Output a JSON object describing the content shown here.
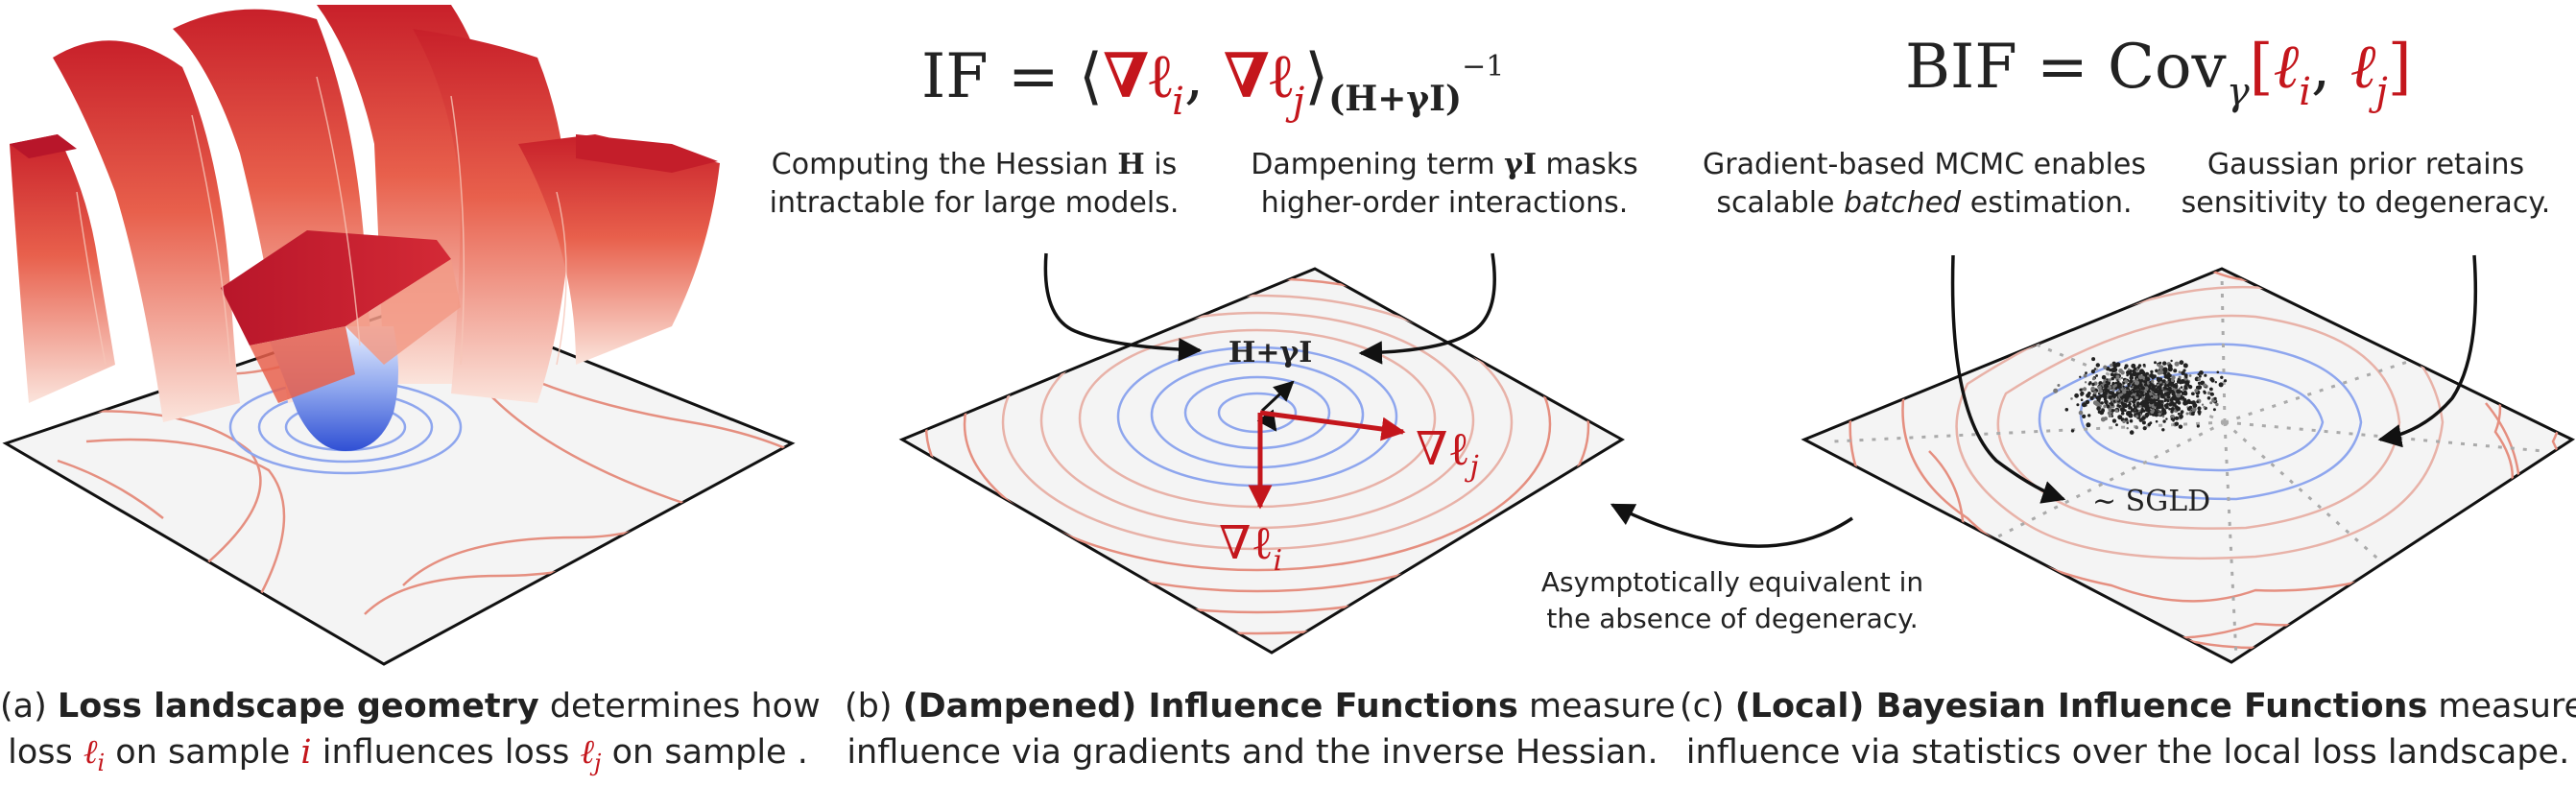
{
  "panel_b": {
    "formula": {
      "lhs": "IF",
      "eq": "=",
      "lang": "⟨",
      "grad_i": "∇ℓ",
      "i": "i",
      "comma": ",",
      "grad_j": "∇ℓ",
      "j": "j",
      "rang": "⟩",
      "metric": "(H+γI)",
      "inv": "−1"
    },
    "note_left": {
      "pre": "Computing the Hessian ",
      "sym": "H",
      "post": " is",
      "line2": "intractable for large models."
    },
    "note_right": {
      "pre": "Dampening term ",
      "sym": "γI",
      "post": " masks",
      "line2": "higher-order interactions."
    },
    "center_label": "H+γI",
    "grad_i_label": "∇ℓ",
    "grad_i_sub": "i",
    "grad_j_label": "∇ℓ",
    "grad_j_sub": "j",
    "caption": {
      "tag": "(b) ",
      "bold": "(Dampened) Influence Functions",
      "rest": " measure",
      "line2": "influence via gradients and the inverse Hessian."
    }
  },
  "panel_c": {
    "formula": {
      "lhs": "BIF",
      "eq": "=",
      "cov": "Cov",
      "gamma": "γ",
      "lb": "[",
      "li": "ℓ",
      "i": "i",
      "comma": ",",
      "lj": "ℓ",
      "j": "j",
      "rb": "]"
    },
    "note_left": {
      "line1": "Gradient-based MCMC enables",
      "pre": "scalable ",
      "italic": "batched",
      "post": " estimation."
    },
    "note_right": {
      "line1": "Gaussian prior retains",
      "line2": "sensitivity to degeneracy."
    },
    "sgld_label": "∼ SGLD",
    "caption": {
      "tag": "(c) ",
      "bold": "(Local) Bayesian Influence Functions",
      "rest": " measure",
      "line2": "influence via statistics over the local loss landscape."
    }
  },
  "panel_a": {
    "caption": {
      "tag": "(a) ",
      "bold": "Loss landscape geometry",
      "rest": " determines how",
      "l2a": "loss ",
      "li": "ℓ",
      "i_sub": "i",
      "l2b": " on sample ",
      "i_word": "i",
      "l2c": " influences loss ",
      "lj": "ℓ",
      "j_sub": "j",
      "l2d": " on sample  ."
    }
  },
  "equivalence_note": {
    "line1": "Asymptotically equivalent in",
    "line2": "the absence of degeneracy."
  },
  "colors": {
    "red": "#c4161c",
    "blue": "#4a64d8",
    "contour_red": "#e58f80",
    "contour_blue": "#8ea6ee",
    "floor": "#f4f4f4"
  }
}
